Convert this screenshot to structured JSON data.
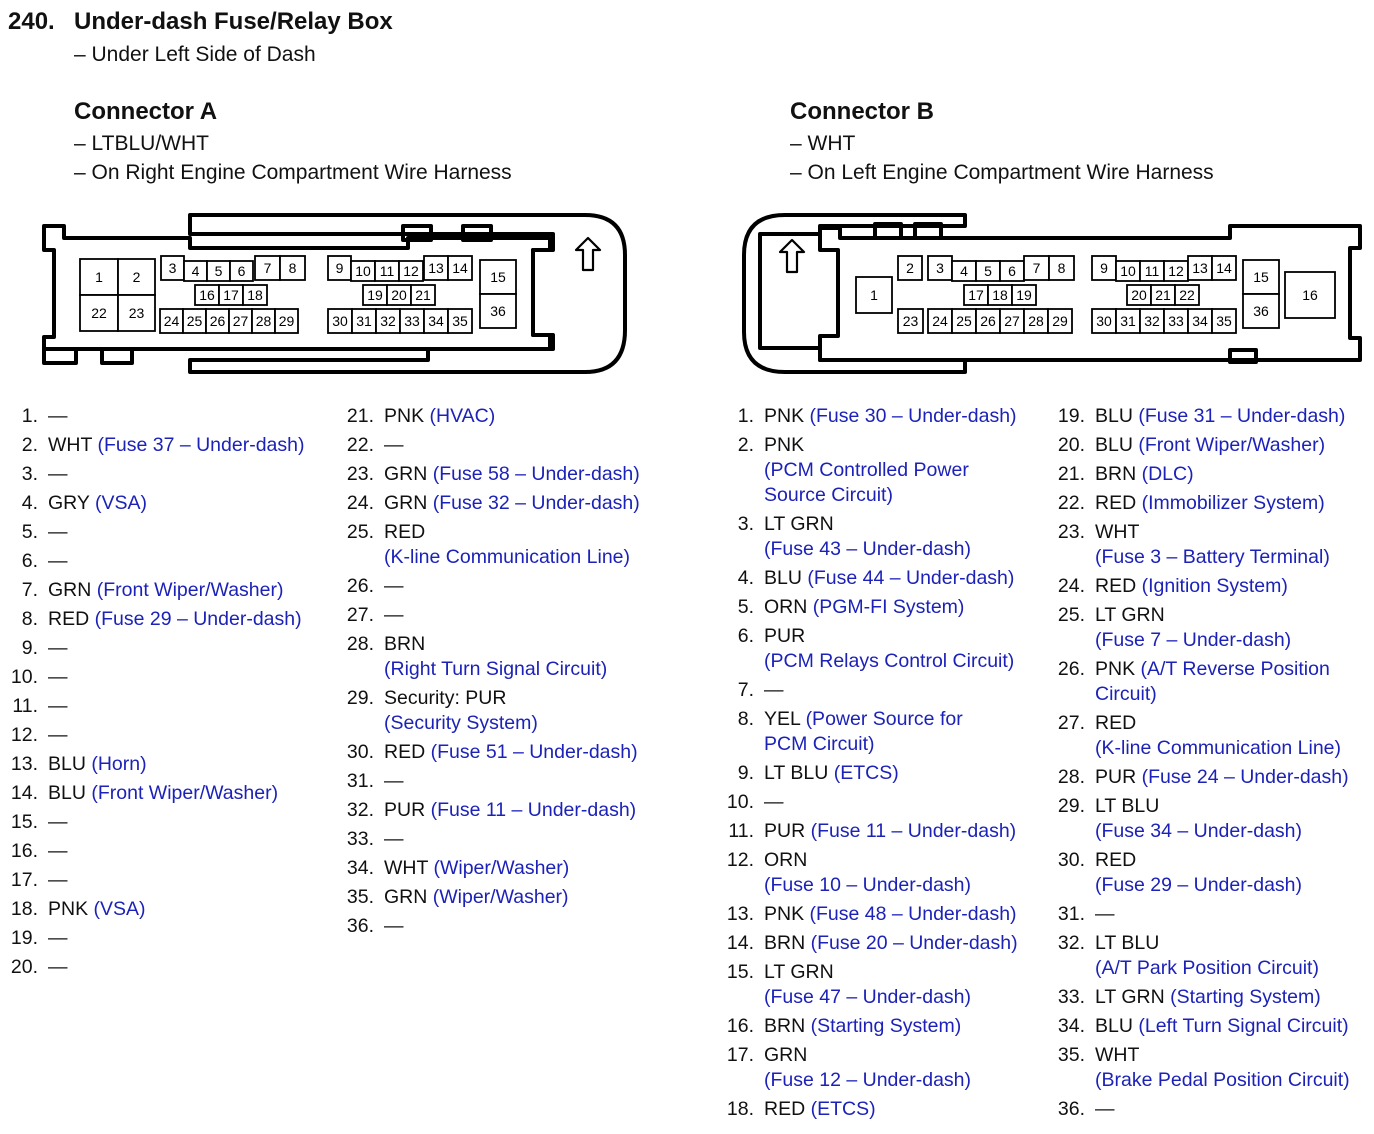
{
  "header": {
    "number": "240.",
    "title": "Under-dash Fuse/Relay Box",
    "subtitle": "– Under Left Side of Dash"
  },
  "colors": {
    "wire": "#111111",
    "description": "#1c22b8"
  },
  "connector_a": {
    "title": "Connector A",
    "lines": [
      "– LTBLU/WHT",
      "– On Right Engine Compartment Wire Harness"
    ],
    "arrow_icon": "up-arrow-icon",
    "pins_col1": [
      {
        "num": "1.",
        "wire": "—",
        "desc": ""
      },
      {
        "num": "2.",
        "wire": "WHT ",
        "desc": "(Fuse 37 – Under-dash)"
      },
      {
        "num": "3.",
        "wire": "—",
        "desc": ""
      },
      {
        "num": "4.",
        "wire": "GRY ",
        "desc": "(VSA)"
      },
      {
        "num": "5.",
        "wire": "—",
        "desc": ""
      },
      {
        "num": "6.",
        "wire": "—",
        "desc": ""
      },
      {
        "num": "7.",
        "wire": "GRN ",
        "desc": "(Front Wiper/Washer)"
      },
      {
        "num": "8.",
        "wire": "RED ",
        "desc": "(Fuse 29 – Under-dash)"
      },
      {
        "num": "9.",
        "wire": "—",
        "desc": ""
      },
      {
        "num": "10.",
        "wire": "—",
        "desc": ""
      },
      {
        "num": "11.",
        "wire": "—",
        "desc": ""
      },
      {
        "num": "12.",
        "wire": "—",
        "desc": ""
      },
      {
        "num": "13.",
        "wire": "BLU ",
        "desc": "(Horn)"
      },
      {
        "num": "14.",
        "wire": "BLU ",
        "desc": "(Front Wiper/Washer)"
      },
      {
        "num": "15.",
        "wire": "—",
        "desc": ""
      },
      {
        "num": "16.",
        "wire": "—",
        "desc": ""
      },
      {
        "num": "17.",
        "wire": "—",
        "desc": ""
      },
      {
        "num": "18.",
        "wire": "PNK ",
        "desc": "(VSA)"
      },
      {
        "num": "19.",
        "wire": "—",
        "desc": ""
      },
      {
        "num": "20.",
        "wire": "—",
        "desc": ""
      }
    ],
    "pins_col2": [
      {
        "num": "21.",
        "wire": "PNK ",
        "desc": "(HVAC)"
      },
      {
        "num": "22.",
        "wire": "—",
        "desc": ""
      },
      {
        "num": "23.",
        "wire": "GRN ",
        "desc": "(Fuse 58 – Under-dash)"
      },
      {
        "num": "24.",
        "wire": "GRN ",
        "desc": "(Fuse 32 – Under-dash)"
      },
      {
        "num": "25.",
        "wire": "RED\n",
        "desc": "(K-line Communication Line)"
      },
      {
        "num": "26.",
        "wire": "—",
        "desc": ""
      },
      {
        "num": "27.",
        "wire": "—",
        "desc": ""
      },
      {
        "num": "28.",
        "wire": "BRN\n",
        "desc": "(Right Turn Signal Circuit)"
      },
      {
        "num": "29.",
        "wire": "Security: PUR\n",
        "desc": "(Security System)"
      },
      {
        "num": "30.",
        "wire": "RED ",
        "desc": "(Fuse 51 – Under-dash)"
      },
      {
        "num": "31.",
        "wire": "—",
        "desc": ""
      },
      {
        "num": "32.",
        "wire": "PUR ",
        "desc": "(Fuse 11 – Under-dash)"
      },
      {
        "num": "33.",
        "wire": "—",
        "desc": ""
      },
      {
        "num": "34.",
        "wire": "WHT ",
        "desc": "(Wiper/Washer)"
      },
      {
        "num": "35.",
        "wire": "GRN ",
        "desc": "(Wiper/Washer)"
      },
      {
        "num": "36.",
        "wire": "—",
        "desc": ""
      }
    ]
  },
  "connector_b": {
    "title": "Connector B",
    "lines": [
      "– WHT",
      "– On Left Engine Compartment Wire Harness"
    ],
    "arrow_icon": "up-arrow-icon",
    "pins_col1": [
      {
        "num": "1.",
        "wire": "PNK ",
        "desc": "(Fuse 30 – Under-dash)"
      },
      {
        "num": "2.",
        "wire": "PNK\n",
        "desc": "(PCM Controlled Power\nSource Circuit)"
      },
      {
        "num": "3.",
        "wire": "LT GRN\n",
        "desc": "(Fuse 43 – Under-dash)"
      },
      {
        "num": "4.",
        "wire": "BLU ",
        "desc": "(Fuse 44 – Under-dash)"
      },
      {
        "num": "5.",
        "wire": "ORN ",
        "desc": "(PGM-FI System)"
      },
      {
        "num": "6.",
        "wire": "PUR\n",
        "desc": "(PCM Relays Control Circuit)"
      },
      {
        "num": "7.",
        "wire": "—",
        "desc": ""
      },
      {
        "num": "8.",
        "wire": "YEL ",
        "desc": "(Power Source for\nPCM Circuit)"
      },
      {
        "num": "9.",
        "wire": "LT BLU ",
        "desc": "(ETCS)"
      },
      {
        "num": "10.",
        "wire": "—",
        "desc": ""
      },
      {
        "num": "11.",
        "wire": "PUR ",
        "desc": "(Fuse 11 – Under-dash)"
      },
      {
        "num": "12.",
        "wire": "ORN\n",
        "desc": "(Fuse 10 – Under-dash)"
      },
      {
        "num": "13.",
        "wire": "PNK ",
        "desc": "(Fuse 48 – Under-dash)"
      },
      {
        "num": "14.",
        "wire": "BRN ",
        "desc": "(Fuse 20 – Under-dash)"
      },
      {
        "num": "15.",
        "wire": "LT GRN\n",
        "desc": "(Fuse 47 – Under-dash)"
      },
      {
        "num": "16.",
        "wire": "BRN ",
        "desc": "(Starting System)"
      },
      {
        "num": "17.",
        "wire": "GRN\n",
        "desc": "(Fuse 12 – Under-dash)"
      },
      {
        "num": "18.",
        "wire": "RED ",
        "desc": "(ETCS)"
      }
    ],
    "pins_col2": [
      {
        "num": "19.",
        "wire": "BLU ",
        "desc": "(Fuse 31 – Under-dash)"
      },
      {
        "num": "20.",
        "wire": "BLU ",
        "desc": "(Front Wiper/Washer)"
      },
      {
        "num": "21.",
        "wire": "BRN ",
        "desc": "(DLC)"
      },
      {
        "num": "22.",
        "wire": "RED ",
        "desc": "(Immobilizer System)"
      },
      {
        "num": "23.",
        "wire": "WHT\n",
        "desc": "(Fuse 3 – Battery Terminal)"
      },
      {
        "num": "24.",
        "wire": "RED ",
        "desc": "(Ignition System)"
      },
      {
        "num": "25.",
        "wire": "LT GRN\n",
        "desc": "(Fuse 7 – Under-dash)"
      },
      {
        "num": "26.",
        "wire": "PNK ",
        "desc": "(A/T Reverse Position\nCircuit)"
      },
      {
        "num": "27.",
        "wire": "RED\n",
        "desc": "(K-line Communication Line)"
      },
      {
        "num": "28.",
        "wire": "PUR ",
        "desc": "(Fuse 24 – Under-dash)"
      },
      {
        "num": "29.",
        "wire": "LT BLU\n",
        "desc": "(Fuse 34 – Under-dash)"
      },
      {
        "num": "30.",
        "wire": "RED\n",
        "desc": "(Fuse 29 – Under-dash)"
      },
      {
        "num": "31.",
        "wire": "—",
        "desc": ""
      },
      {
        "num": "32.",
        "wire": "LT BLU\n",
        "desc": "(A/T Park Position Circuit)"
      },
      {
        "num": "33.",
        "wire": "LT GRN ",
        "desc": "(Starting System)"
      },
      {
        "num": "34.",
        "wire": "BLU ",
        "desc": "(Left Turn Signal Circuit)"
      },
      {
        "num": "35.",
        "wire": "WHT\n",
        "desc": "(Brake Pedal Position Circuit)"
      },
      {
        "num": "36.",
        "wire": "—",
        "desc": ""
      }
    ]
  }
}
